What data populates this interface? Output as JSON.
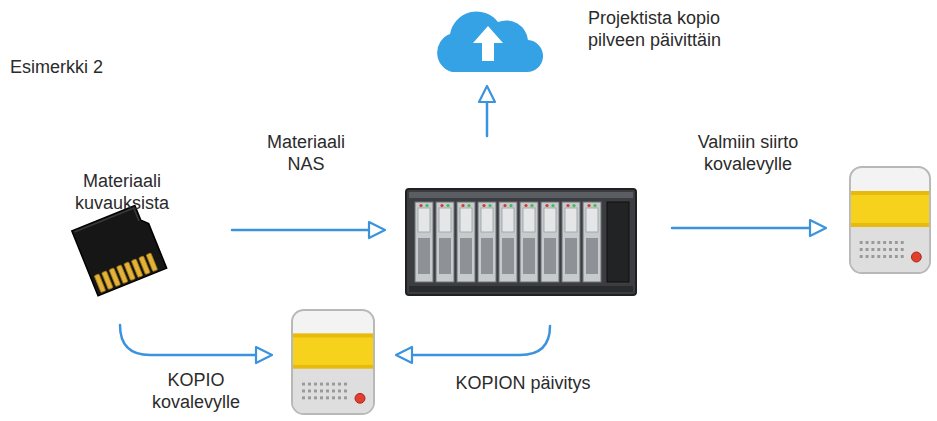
{
  "diagram": {
    "title": "Esimerkki 2",
    "nodes": [
      {
        "text": [
          "Materiaali kuvauksista"
        ]
      },
      {
        "text": []
      },
      {
        "text": [
          "Projektista kopio pilveen päivittäin"
        ]
      },
      {
        "text": []
      },
      {
        "text": []
      }
    ],
    "edges": [
      {
        "from": 0,
        "to": 1,
        "arrow": "to",
        "label": "Materiaali NAS"
      },
      {
        "from": 1,
        "to": 2,
        "arrow": "to"
      },
      {
        "from": 1,
        "to": 3,
        "arrow": "to",
        "label": "Valmiin siirto kovalevylle"
      },
      {
        "from": 0,
        "to": 4,
        "arrow": "to",
        "label": "KOPIO kovalevylle"
      },
      {
        "from": 1,
        "to": 4,
        "arrow": "to",
        "label": "KOPION päivitys"
      }
    ]
  }
}
